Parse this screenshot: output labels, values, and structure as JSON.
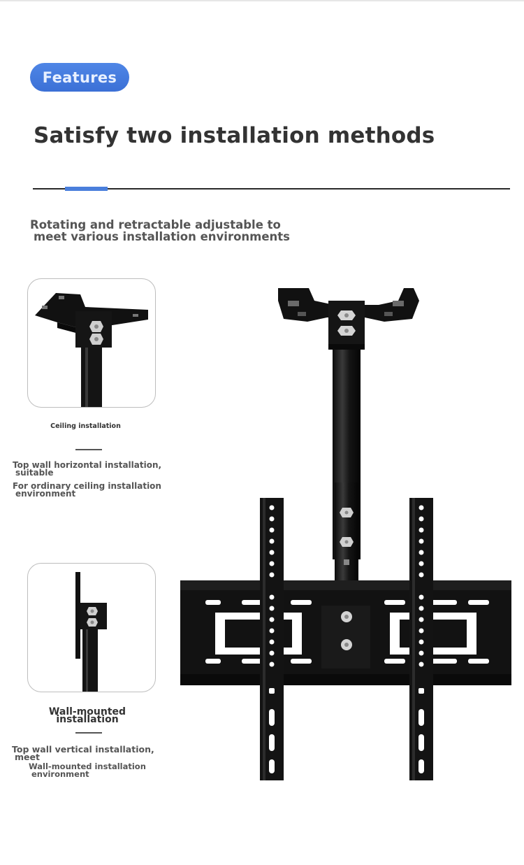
{
  "header": {
    "badge": "Features",
    "title": "Satisfy two installation methods",
    "subtitle_line1": "Rotating and retractable adjustable to",
    "subtitle_line2": "meet various installation environments"
  },
  "ceiling": {
    "caption": "Ceiling installation",
    "desc_line1": "Top wall horizontal installation,",
    "desc_line2": "suitable",
    "desc_line3": "For ordinary ceiling installation",
    "desc_line4": "environment"
  },
  "wall": {
    "caption_line1": "Wall-mounted",
    "caption_line2": "installation",
    "desc_line1": "Top wall vertical installation,",
    "desc_line2": "meet",
    "desc_line3": "Wall-mounted installation",
    "desc_line4": "environment"
  },
  "colors": {
    "accent": "#4a7fdc",
    "badge": "#3b70d6",
    "metal": "#111111"
  },
  "icons": {
    "main": "tv-ceiling-mount-bracket-icon",
    "ceiling_card": "ceiling-plate-detail-icon",
    "wall_card": "wall-plate-detail-icon"
  }
}
